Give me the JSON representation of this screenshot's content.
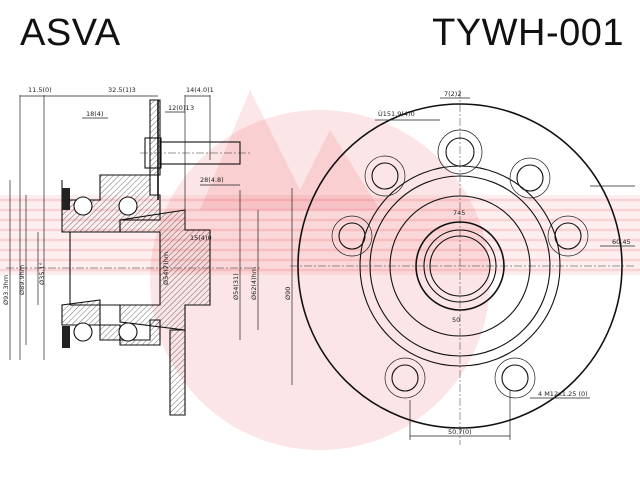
{
  "header": {
    "brand": "ASVA",
    "part_number": "TYWH-001"
  },
  "watermark": {
    "color": "#e8333a",
    "opacity": 0.13
  },
  "side_view": {
    "top_dims": [
      "11.5(0)",
      "32.5(1)3",
      "14(4.0)1",
      "12(0)1",
      "3",
      "18(4)"
    ],
    "bolt_label": "28(4.8)",
    "left_vertical": [
      "Ø93.3hm",
      "Ø89.9hm",
      "Ø35.1°"
    ],
    "right_vertical": [
      "15(4)0",
      "Ø54(31)",
      "Ø62(4)hm"
    ],
    "center_vertical": "Ø54(7)hm"
  },
  "front_view": {
    "dims": [
      "Ù151.9(4)0",
      "7(2)2",
      "Ø90",
      "745",
      "60.45",
      "50"
    ],
    "bolt_spec": "4 M12x1.25 (0)",
    "bottom_dim": "50.7(0)"
  }
}
